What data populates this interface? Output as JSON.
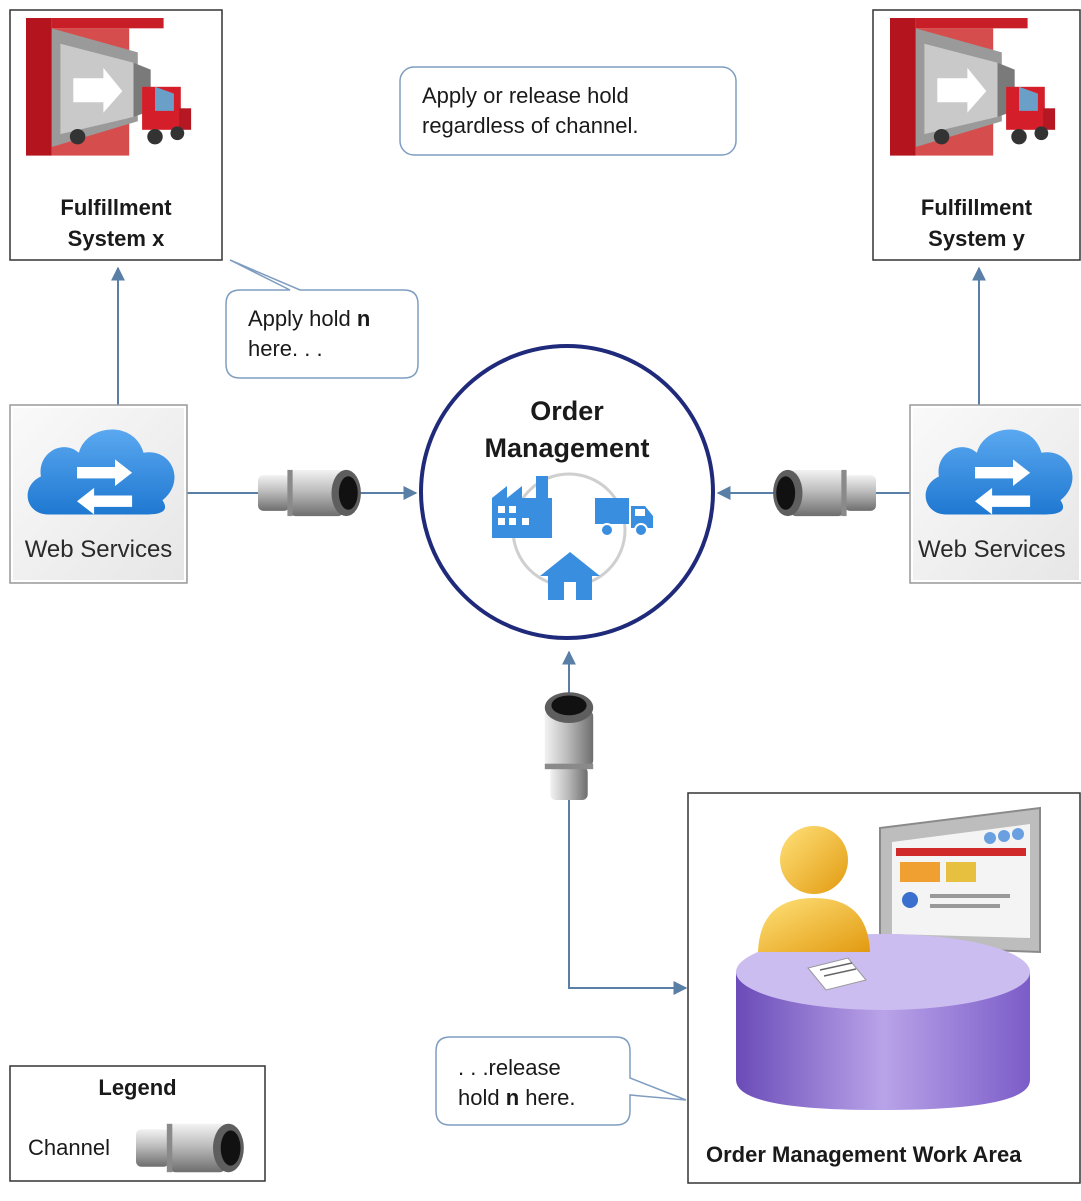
{
  "fulfillment_left": {
    "line1": "Fulfillment",
    "line2a": "System",
    "line2b": "x"
  },
  "fulfillment_right": {
    "line1": "Fulfillment",
    "line2a": "System",
    "line2b": "y"
  },
  "callout_top": {
    "line1": "Apply or release hold",
    "line2": "regardless of channel."
  },
  "callout_apply": {
    "line1a": "Apply hold",
    "line1b": "n",
    "line2": "here. . ."
  },
  "callout_release": {
    "line1": ". . .release",
    "line2a": "hold",
    "line2b": "n",
    "line2c": "here."
  },
  "web_services_left": {
    "label": "Web Services"
  },
  "web_services_right": {
    "label": "Web Services"
  },
  "order_management": {
    "line1": "Order",
    "line2": "Management"
  },
  "work_area": {
    "label": "Order Management Work Area"
  },
  "legend": {
    "title": "Legend",
    "channel_label": "Channel"
  },
  "icons": [
    "truck-icon",
    "cloud-exchange-icon",
    "factory-icon",
    "delivery-truck-icon",
    "house-icon",
    "person-icon",
    "monitor-icon",
    "channel-connector-icon"
  ],
  "colors": {
    "accent_blue": "#3a8ee0",
    "circle_border": "#1f2a7a",
    "arrow": "#5a7fa6",
    "callout_border": "#7f9dc0",
    "truck_red": "#cc1f2a",
    "desk_purple": "#7a5cc4",
    "person_gold": "#f0b42a"
  }
}
